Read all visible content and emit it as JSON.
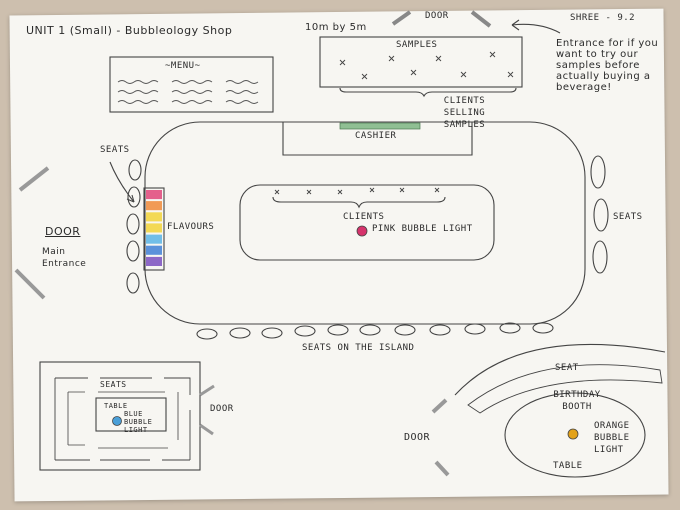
{
  "header": {
    "title": "UNIT 1 (Small) - Bubbleology Shop",
    "dimensions": "10m by 5m",
    "top_door": "DOOR",
    "author": "SHREE - 9.2"
  },
  "labels": {
    "menu": "~MENU~",
    "samples": "SAMPLES",
    "clients_selling": "CLIENTS SELLING SAMPLES",
    "entrance_note": "Entrance for if you want to try our samples before actually buying a beverage!",
    "cashier": "CASHIER",
    "seats_left": "SEATS",
    "flavours": "FLAVOURS",
    "clients": "CLIENTS",
    "pink_light": "PINK BUBBLE LIGHT",
    "seats_right": "SEATS",
    "door_main": "DOOR",
    "main_entrance": "Main Entrance",
    "seats_island": "SEATS ON THE ISLAND",
    "room_seats": "SEATS",
    "room_table": "TABLE",
    "blue_light": "BLUE BUBBLE LIGHT",
    "room_door": "DOOR",
    "seat": "SEAT",
    "birthday_booth": "BIRTHDAY BOOTH",
    "orange_light": "ORANGE BUBBLE LIGHT",
    "door_bottom": "DOOR",
    "table": "TABLE"
  },
  "colors": {
    "pink": "#d6336c",
    "blue": "#4a9fd8",
    "orange": "#e3a21a",
    "flavours": [
      "#e0457a",
      "#f08a3a",
      "#f2d43a",
      "#f2d43a",
      "#59b4e6",
      "#3f7fd6",
      "#7a4fc0"
    ]
  }
}
